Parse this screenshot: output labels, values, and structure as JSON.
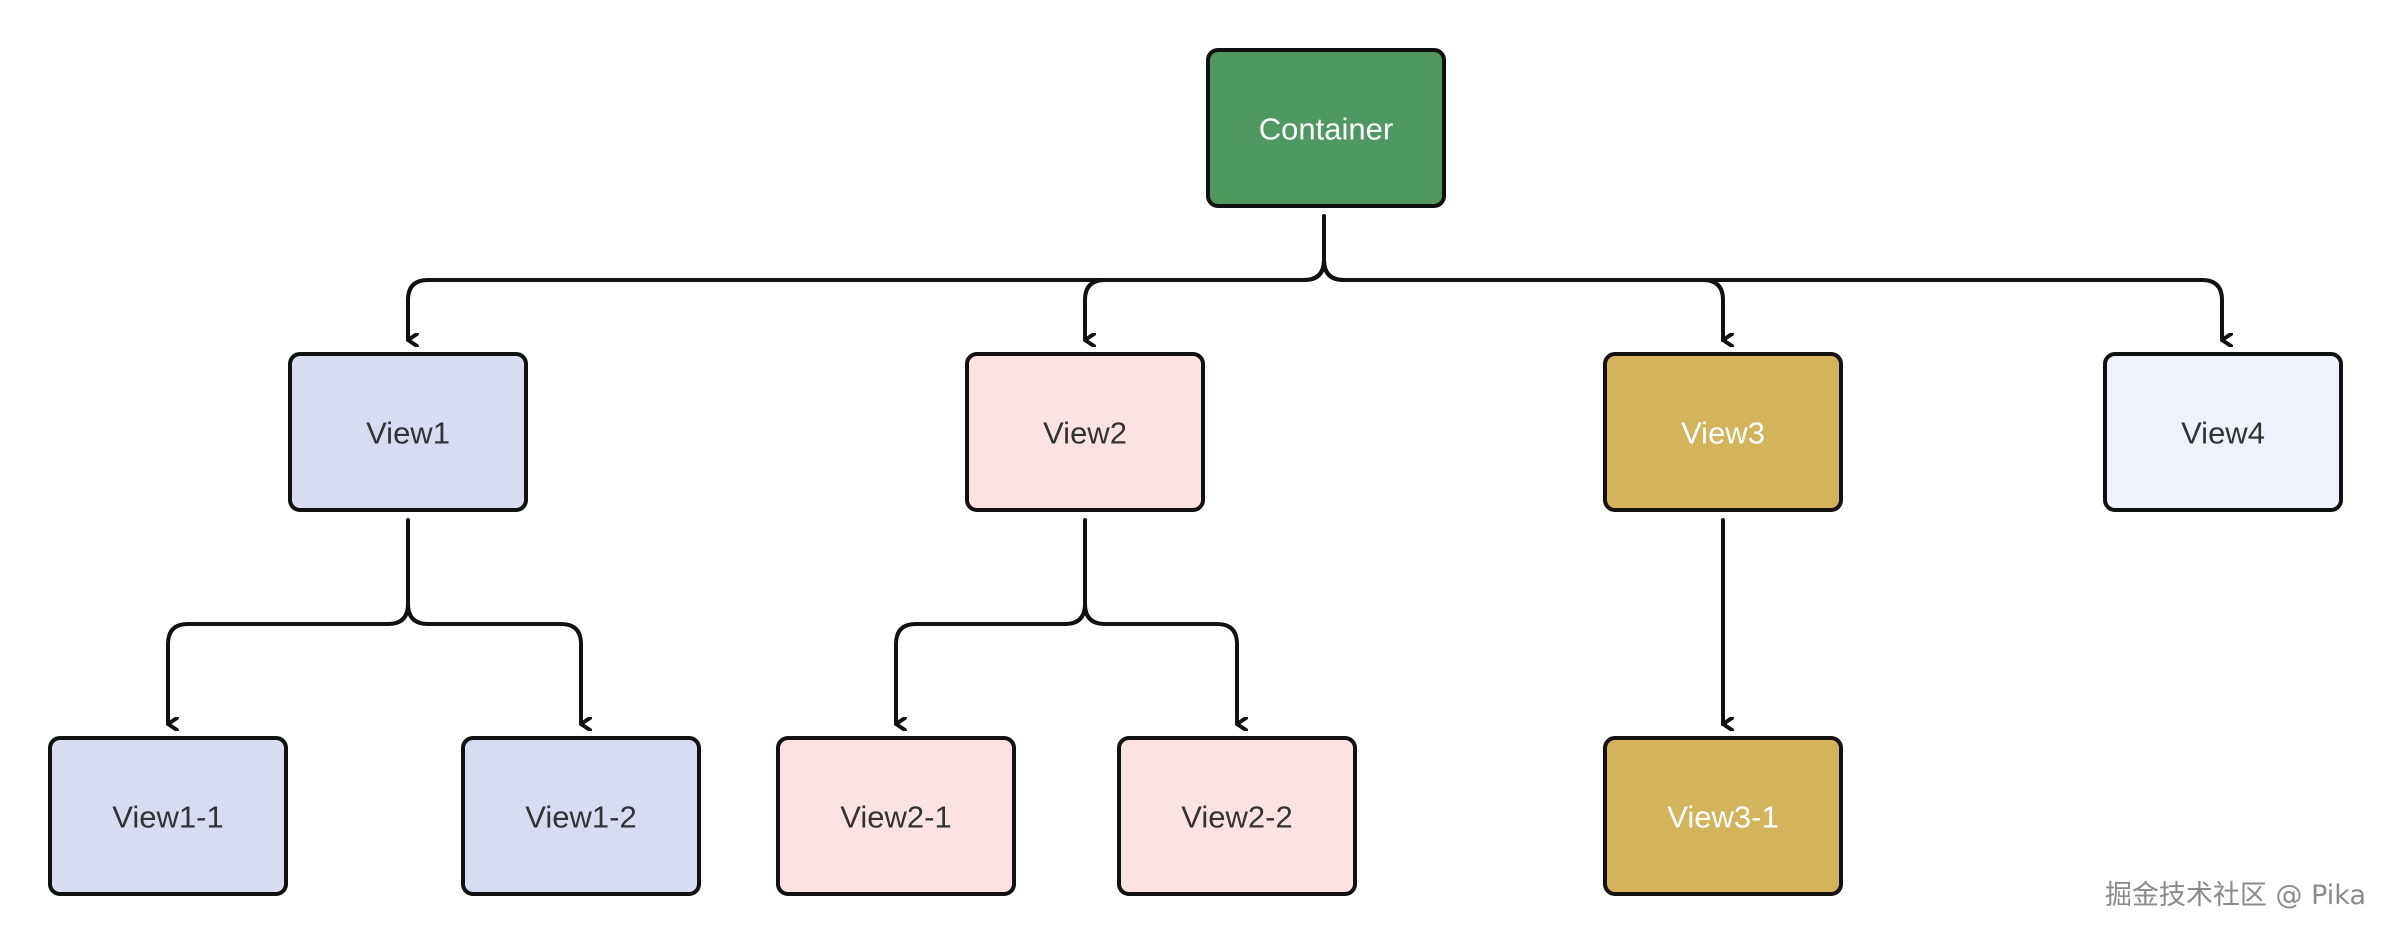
{
  "nodes": {
    "container": {
      "label": "Container",
      "fill": "#4f9960",
      "text_color": "#ffffff"
    },
    "view1": {
      "label": "View1",
      "fill": "#d8dcf1",
      "text_color": "#333333"
    },
    "view2": {
      "label": "View2",
      "fill": "#fde2e3",
      "text_color": "#333333"
    },
    "view3": {
      "label": "View3",
      "fill": "#d3b45a",
      "text_color": "#ffffff"
    },
    "view4": {
      "label": "View4",
      "fill": "#eef2fa",
      "text_color": "#333333"
    },
    "view1_1": {
      "label": "View1-1",
      "fill": "#d8dcf1",
      "text_color": "#333333"
    },
    "view1_2": {
      "label": "View1-2",
      "fill": "#d8dcf1",
      "text_color": "#333333"
    },
    "view2_1": {
      "label": "View2-1",
      "fill": "#fde2e3",
      "text_color": "#333333"
    },
    "view2_2": {
      "label": "View2-2",
      "fill": "#fde2e3",
      "text_color": "#333333"
    },
    "view3_1": {
      "label": "View3-1",
      "fill": "#d3b45a",
      "text_color": "#ffffff"
    }
  },
  "edges": [
    {
      "from": "container",
      "to": "view1"
    },
    {
      "from": "container",
      "to": "view2"
    },
    {
      "from": "container",
      "to": "view3"
    },
    {
      "from": "container",
      "to": "view4"
    },
    {
      "from": "view1",
      "to": "view1_1"
    },
    {
      "from": "view1",
      "to": "view1_2"
    },
    {
      "from": "view2",
      "to": "view2_1"
    },
    {
      "from": "view2",
      "to": "view2_2"
    },
    {
      "from": "view3",
      "to": "view3_1"
    }
  ],
  "watermark": "掘金技术社区 @ Pika"
}
